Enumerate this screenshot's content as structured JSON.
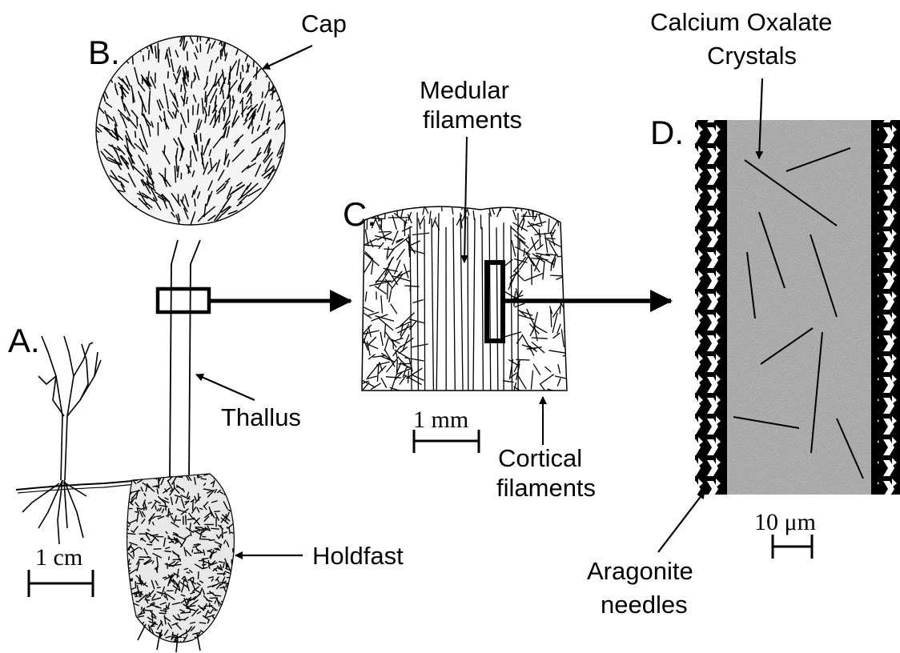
{
  "panels": {
    "a": "A.",
    "b": "B.",
    "c": "C.",
    "d": "D."
  },
  "labels": {
    "cap": "Cap",
    "thallus": "Thallus",
    "holdfast": "Holdfast",
    "medular_line1": "Medular",
    "medular_line2": "filaments",
    "cortical_line1": "Cortical",
    "cortical_line2": "filaments",
    "calcium_line1": "Calcium Oxalate",
    "calcium_line2": "Crystals",
    "aragonite_line1": "Aragonite",
    "aragonite_line2": "needles"
  },
  "scale_bars": {
    "a": "1 cm",
    "c": "1 mm",
    "d": "10 μm"
  },
  "colors": {
    "ink": "#000000",
    "background": "#ffffff",
    "speckle": "#9a9a9a"
  }
}
